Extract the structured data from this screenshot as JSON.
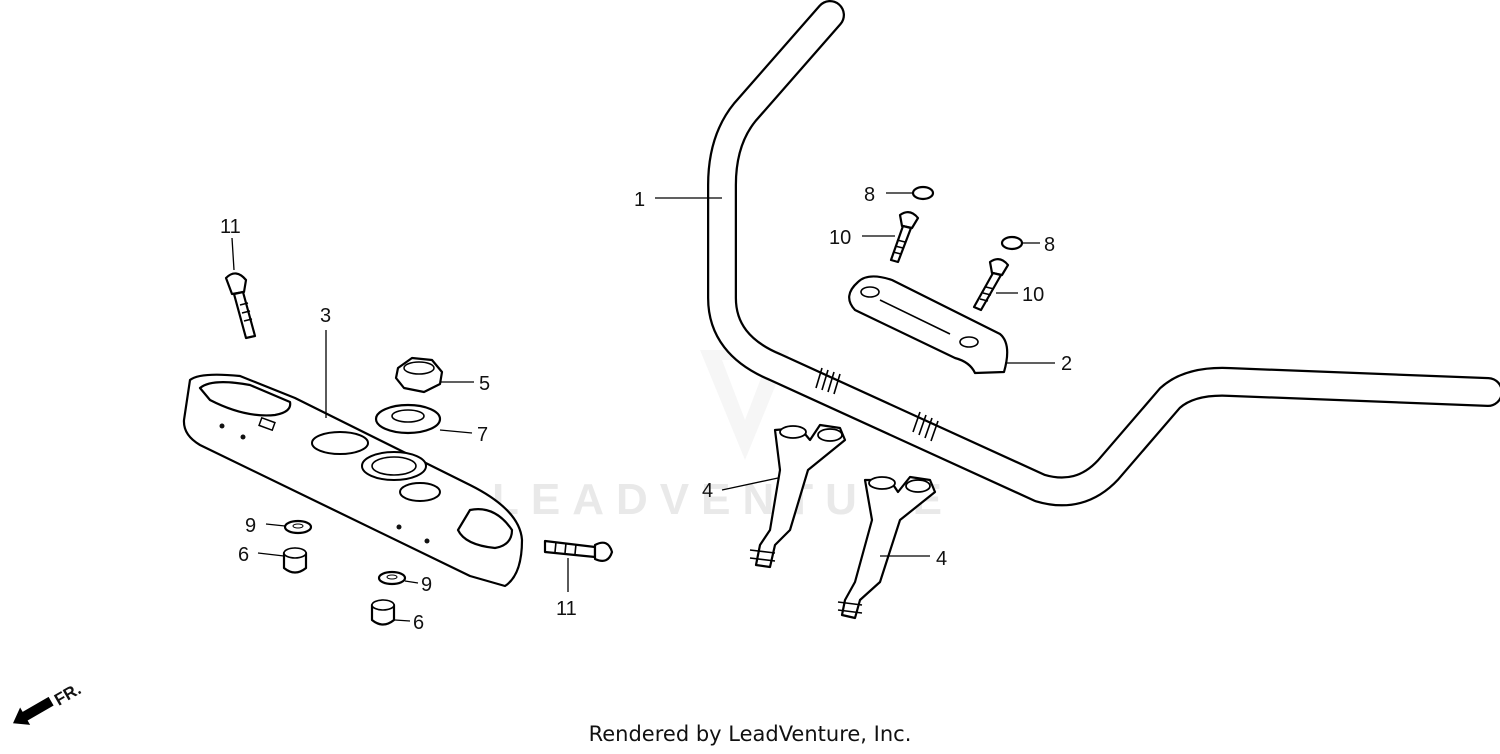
{
  "watermark": "LEADVENTURE",
  "credit": "Rendered by LeadVenture, Inc.",
  "direction_label": "FR.",
  "callouts": {
    "c1": "1",
    "c2": "2",
    "c3": "3",
    "c4a": "4",
    "c4b": "4",
    "c5": "5",
    "c6a": "6",
    "c6b": "6",
    "c7": "7",
    "c8a": "8",
    "c8b": "8",
    "c9a": "9",
    "c9b": "9",
    "c10a": "10",
    "c10b": "10",
    "c11a": "11",
    "c11b": "11"
  }
}
